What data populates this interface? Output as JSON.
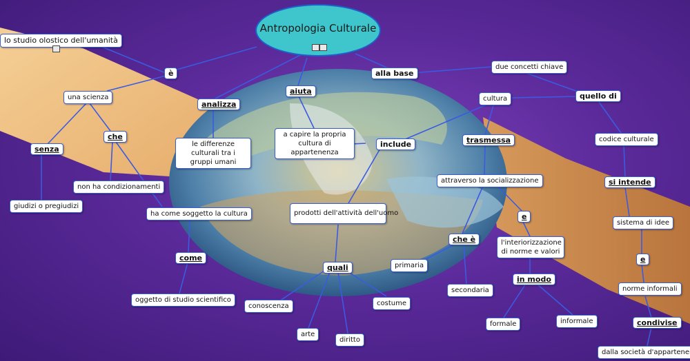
{
  "map": {
    "root": "Antropologia Culturale",
    "concepts": {
      "studio_olistico": "lo studio olostico dell'umanità",
      "una_scienza": "una scienza",
      "differenze_culturali": "le differenze culturali tra i gruppi umani",
      "capire_cultura": "a capire la propria cultura di appartenenza",
      "due_concetti": "due concetti chiave",
      "cultura": "cultura",
      "codice_culturale": "codice culturale",
      "non_condizionamenti": "non ha condizionamenti",
      "giudizi": "giudizi o pregiudizi",
      "soggetto_cultura": "ha come soggetto la cultura",
      "prodotti": "prodotti dell'attività dell'uomo",
      "socializzazione": "attraverso la socializzazione",
      "interiorizzazione": "l'interiorizzazione di norme e valori",
      "sistema_idee": "sistema di idee",
      "primaria": "primaria",
      "secondaria": "secondaria",
      "oggetto_studio": "oggetto di studio scientifico",
      "conoscenza": "conoscenza",
      "costume": "costume",
      "arte": "arte",
      "diritto": "diritto",
      "formale": "formale",
      "informale": "informale",
      "norme_informali": "norme informali",
      "societa": "dalla società d'appartenenza"
    },
    "linking_words": {
      "e_accent": "è",
      "analizza": "analizza",
      "aiuta": "aiuta",
      "alla_base": "alla base",
      "quello_di": "quello di",
      "che": "che",
      "senza": "senza",
      "include": "include",
      "trasmessa": "trasmessa",
      "si_intende": "si intende",
      "e_conj": "e",
      "che_e": "che è",
      "come": "come",
      "quali": "quali",
      "in_modo": "in modo",
      "e_conj2": "e",
      "condivise": "condivise"
    }
  },
  "colors": {
    "node_border": "#3a5fd0",
    "link_line": "#3b5be0",
    "root_fill": "#3fc6cc",
    "background": "#5b2a9a"
  }
}
